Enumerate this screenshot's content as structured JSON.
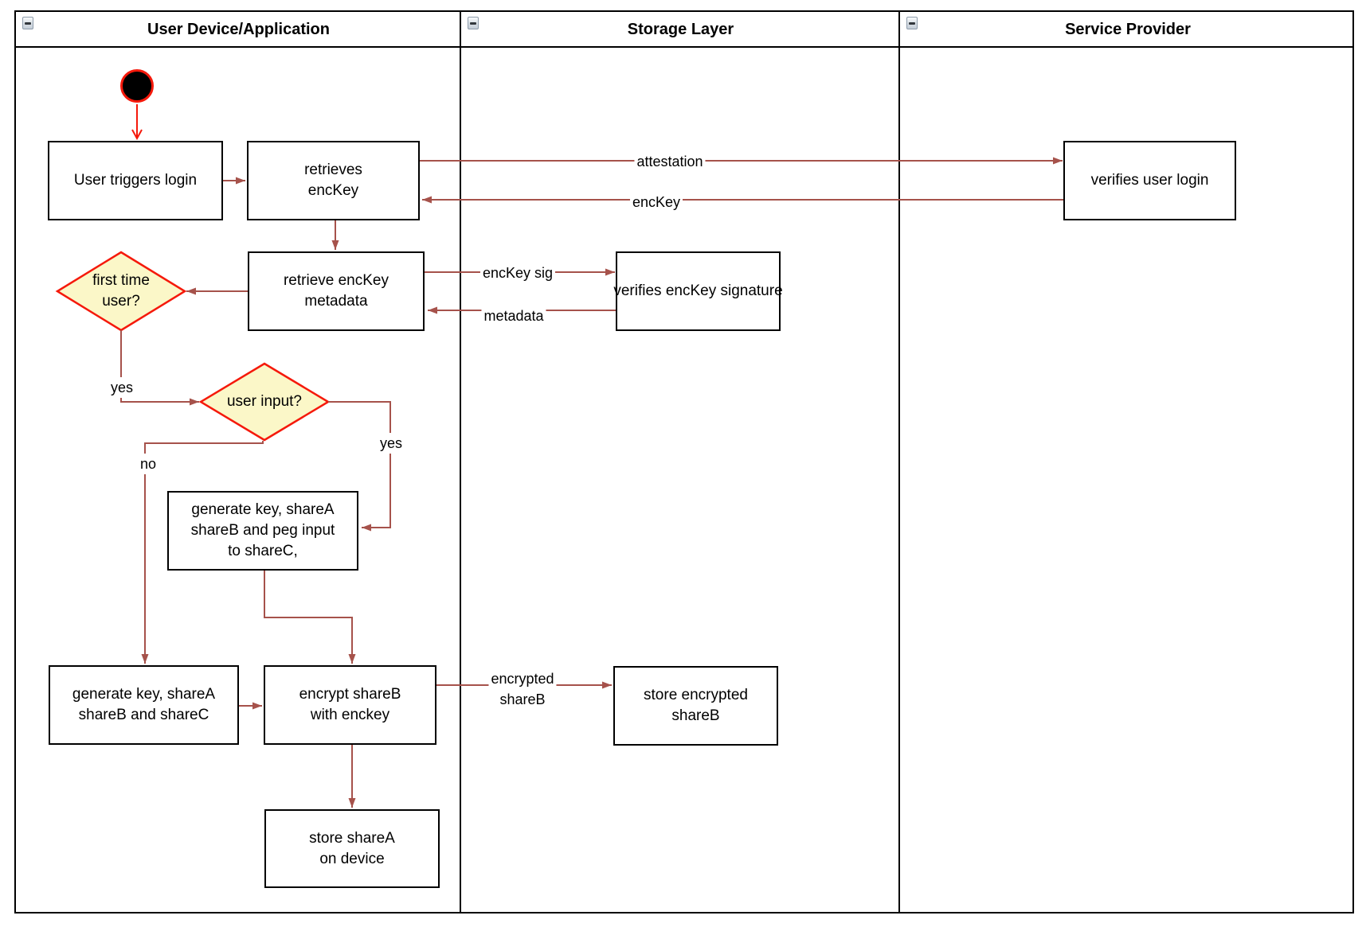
{
  "colors": {
    "connector": "#a6524b",
    "accent_red": "#f5190b",
    "decision_fill": "#fbf7c8",
    "node_border": "#000000",
    "node_fill": "#ffffff"
  },
  "icons": {
    "collapse": "minus-icon"
  },
  "lanes": [
    {
      "title": "User Device/Application"
    },
    {
      "title": "Storage Layer"
    },
    {
      "title": "Service Provider"
    }
  ],
  "nodes": {
    "start": {
      "type": "initial-state"
    },
    "user_triggers_login": {
      "label": "User triggers login"
    },
    "retrieves_enckey": {
      "label": "retrieves\nencKey"
    },
    "verifies_user_login": {
      "label": "verifies user login"
    },
    "retrieve_enckey_metadata": {
      "label": "retrieve encKey\nmetadata"
    },
    "verifies_enckey_signature": {
      "label": "verifies encKey signature"
    },
    "first_time_user": {
      "label": "first time\nuser?"
    },
    "user_input": {
      "label": "user input?"
    },
    "generate_key_peg_input": {
      "label": "generate key, shareA\nshareB and peg input\nto shareC,"
    },
    "generate_key_sharec": {
      "label": "generate key, shareA\nshareB and shareC"
    },
    "encrypt_shareb": {
      "label": "encrypt shareB\nwith enckey"
    },
    "store_encrypted_shareb": {
      "label": "store encrypted\nshareB"
    },
    "store_sharea_device": {
      "label": "store shareA\non device"
    }
  },
  "edge_labels": {
    "attestation": "attestation",
    "enckey": "encKey",
    "enckey_sig": "encKey sig",
    "metadata": "metadata",
    "yes_first_time": "yes",
    "yes_user_input": "yes",
    "no_user_input": "no",
    "encrypted_shareb": "encrypted\nshareB"
  }
}
